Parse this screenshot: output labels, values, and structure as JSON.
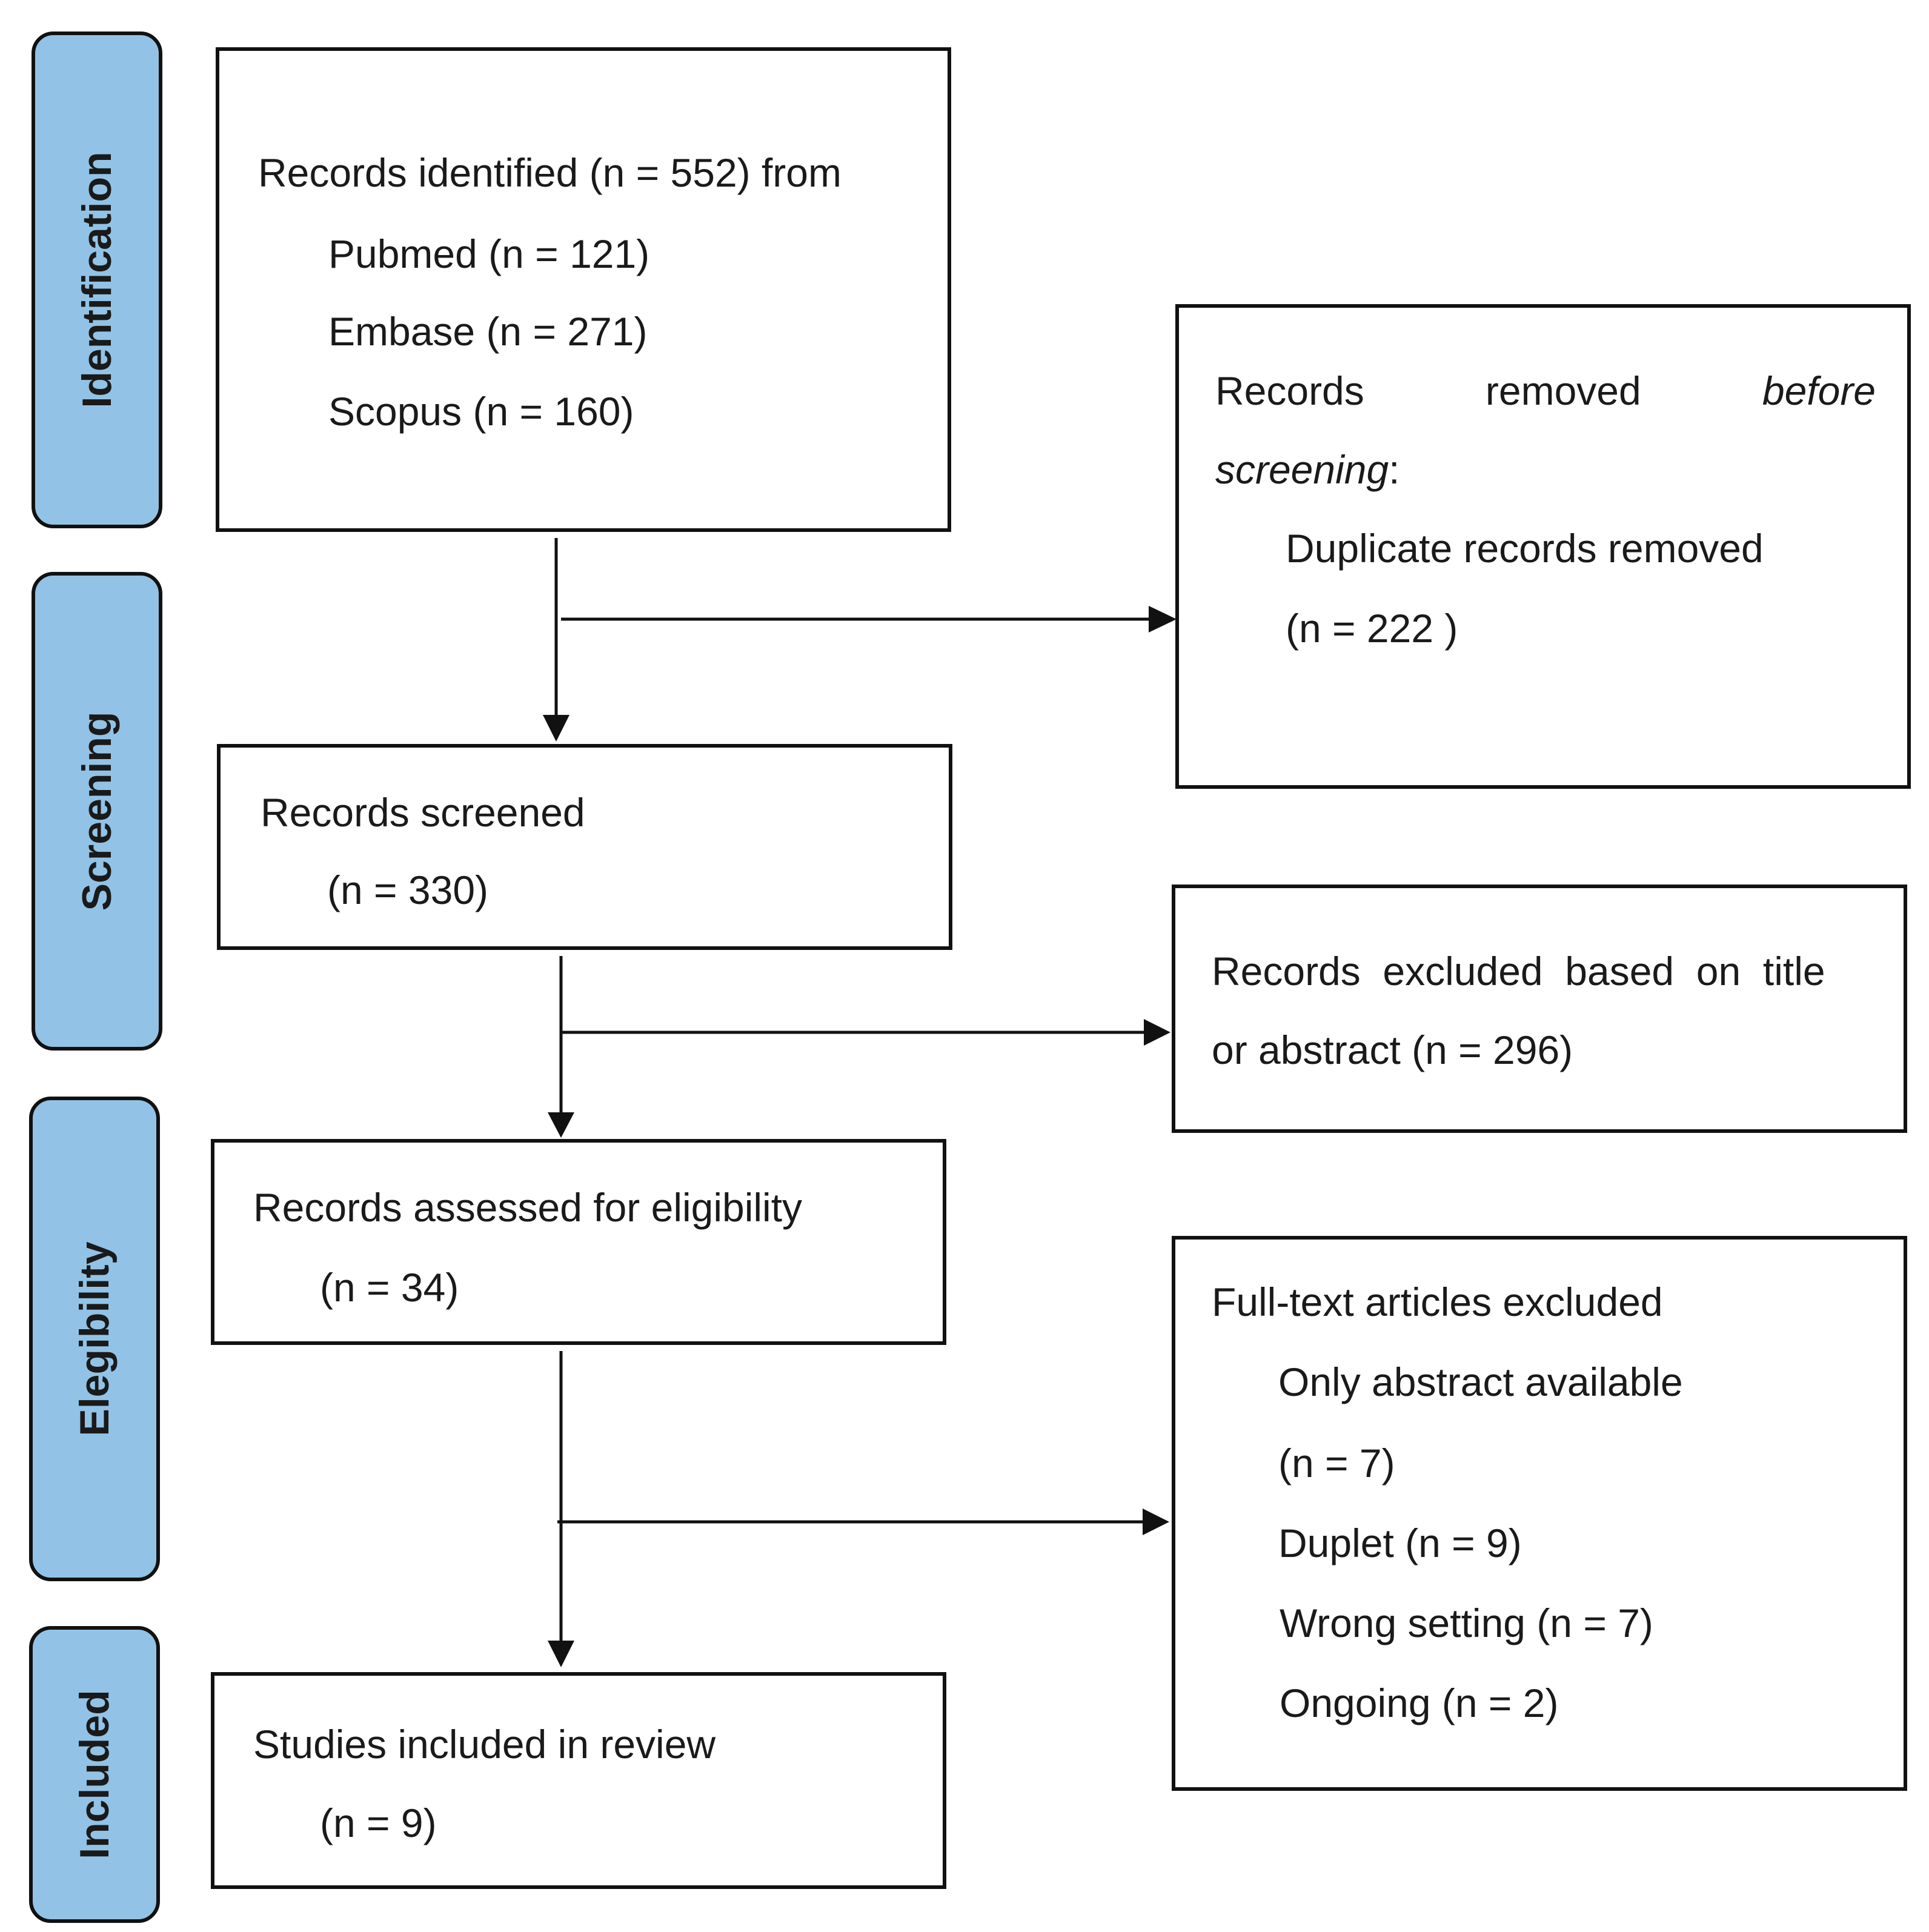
{
  "phases": {
    "identification": "Identification",
    "screening": "Screening",
    "eligibility": "Elegibility",
    "included": "Included"
  },
  "identified": {
    "line1": "Records identified (n = 552) from",
    "sources": [
      "Pubmed (n = 121)",
      "Embase (n = 271)",
      "Scopus (n = 160)"
    ]
  },
  "removed": {
    "w1": "Records",
    "w2": "removed",
    "w3": "before",
    "w4": "screening",
    "w4_suffix": ":",
    "line3": "Duplicate records removed",
    "line4": "(n = 222 )"
  },
  "screened": {
    "line1": "Records screened",
    "line2": "(n = 330)"
  },
  "excluded_title": {
    "line1": "Records  excluded  based  on  title",
    "line2": "or abstract (n = 296)"
  },
  "assessed": {
    "line1": "Records assessed for eligibility",
    "line2": "(n = 34)"
  },
  "fulltext_excluded": {
    "line1": "Full-text articles excluded",
    "reasons": [
      "Only abstract available",
      "(n = 7)",
      "Duplet (n = 9)",
      "Wrong setting (n = 7)",
      "Ongoing (n = 2)"
    ]
  },
  "included": {
    "line1": "Studies included in review",
    "line2": "(n = 9)"
  },
  "colors": {
    "phase_fill": "#92c3e6",
    "stroke": "#111111"
  }
}
